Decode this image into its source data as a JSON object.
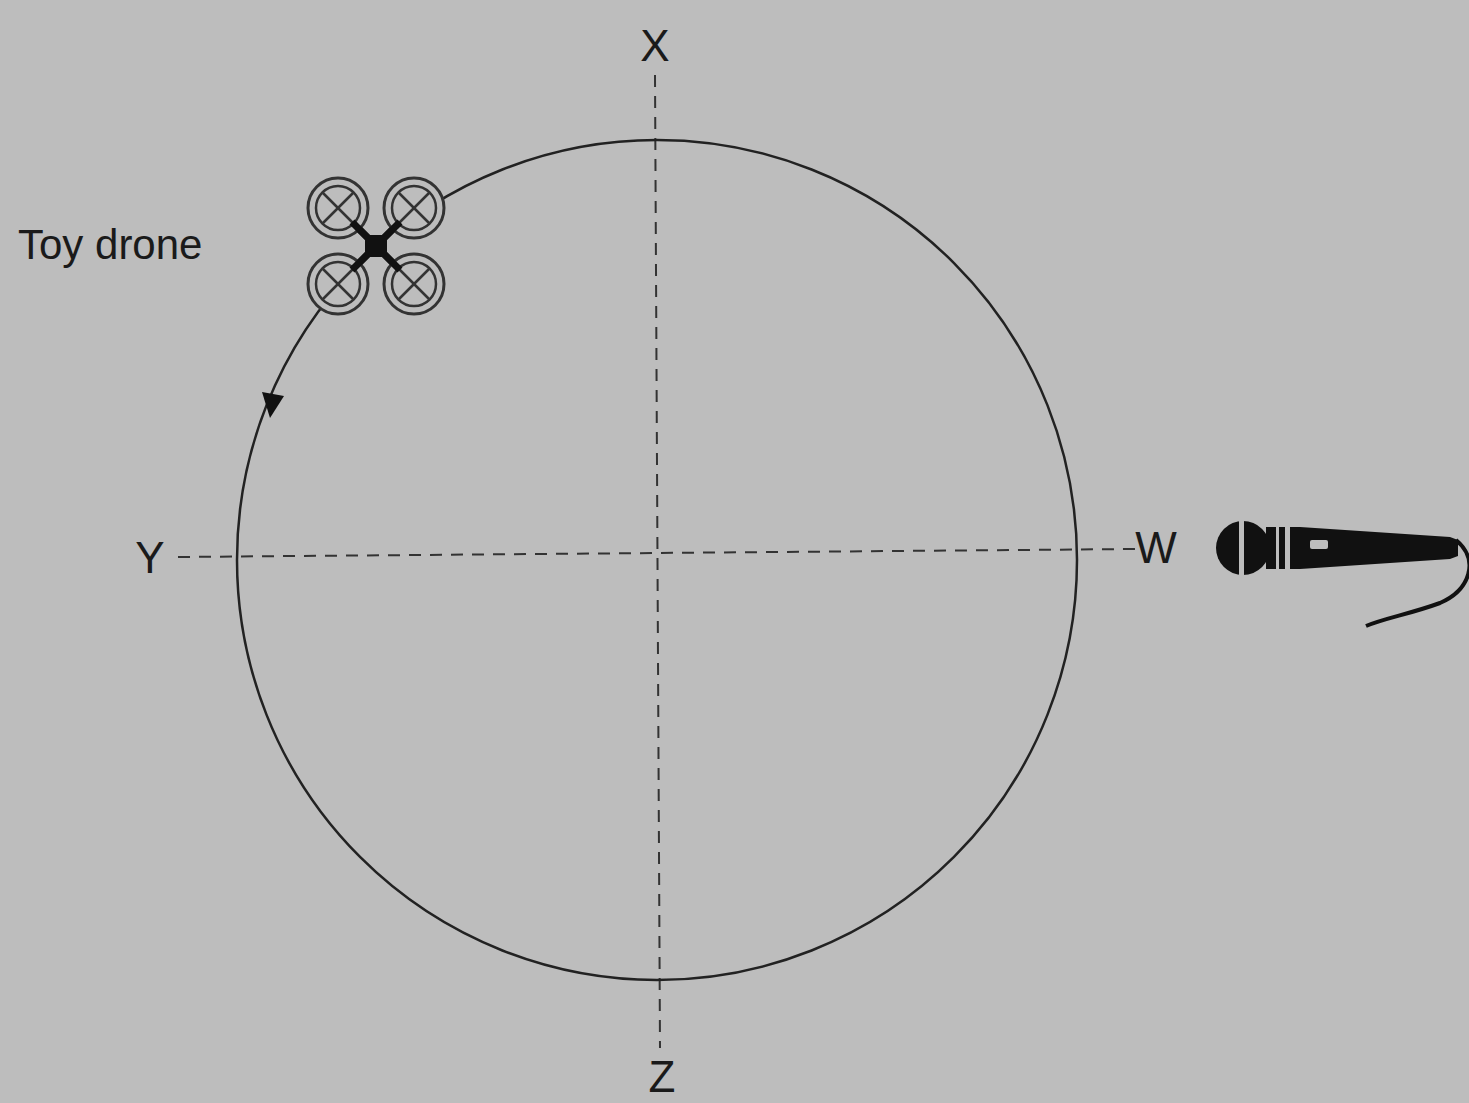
{
  "diagram": {
    "labels": [
      "X",
      "Toy drone",
      "Y",
      "W",
      "Z"
    ]
  }
}
